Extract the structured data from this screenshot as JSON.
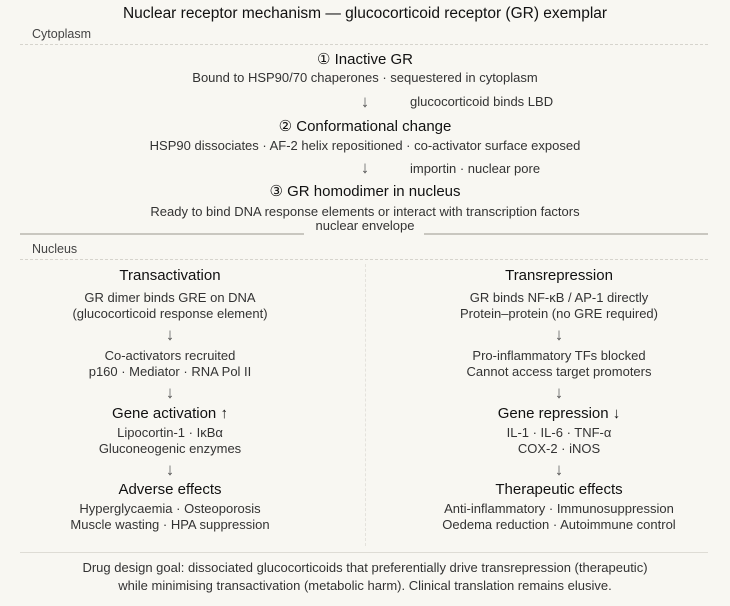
{
  "title": "Nuclear receptor mechanism — glucocorticoid receptor (GR) exemplar",
  "cytoplasm": {
    "label": "Cytoplasm",
    "steps": [
      {
        "title": "① Inactive GR",
        "detail": "Bound to HSP90/70 chaperones · sequestered in cytoplasm"
      },
      {
        "title": "② Conformational change",
        "detail": "HSP90 dissociates · AF-2 helix repositioned · co-activator surface exposed"
      },
      {
        "title": "③ GR homodimer in nucleus",
        "detail": "Ready to bind DNA response elements or interact with transcription factors"
      }
    ],
    "transitions": [
      "glucocorticoid binds LBD",
      "importin · nuclear pore"
    ],
    "envelope_label": "nuclear envelope"
  },
  "nucleus": {
    "label": "Nucleus",
    "columns": [
      {
        "title": "Transactivation",
        "lines": [
          "GR dimer binds GRE on DNA",
          "(glucocorticoid response element)",
          "Co-activators recruited",
          "p160 · Mediator · RNA Pol II"
        ],
        "result_title": "Gene activation ↑",
        "result_lines": [
          "Lipocortin-1 · IκBα",
          "Gluconeogenic enzymes"
        ],
        "effect_title": "Adverse effects",
        "effect_lines": [
          "Hyperglycaemia · Osteoporosis",
          "Muscle wasting · HPA suppression"
        ]
      },
      {
        "title": "Transrepression",
        "lines": [
          "GR binds NF-κB / AP-1 directly",
          "Protein–protein (no GRE required)",
          "Pro-inflammatory TFs blocked",
          "Cannot access target promoters"
        ],
        "result_title": "Gene repression ↓",
        "result_lines": [
          "IL-1 · IL-6 · TNF-α",
          "COX-2 · iNOS"
        ],
        "effect_title": "Therapeutic effects",
        "effect_lines": [
          "Anti-inflammatory · Immunosuppression",
          "Oedema reduction · Autoimmune control"
        ]
      }
    ]
  },
  "arrow_glyph": "↓",
  "footer": [
    "Drug design goal: dissociated glucocorticoids that preferentially drive transrepression (therapeutic)",
    "while minimising transactivation (metabolic harm). Clinical translation remains elusive."
  ]
}
